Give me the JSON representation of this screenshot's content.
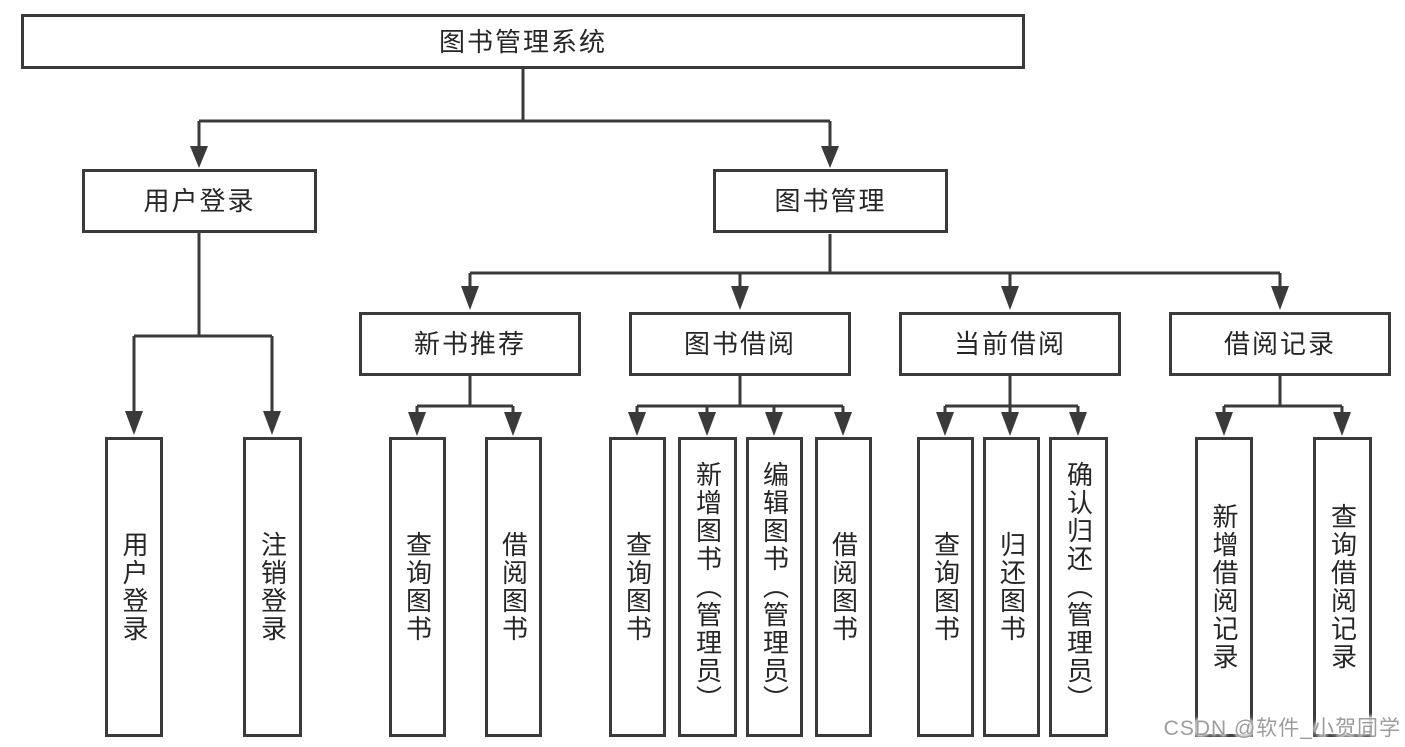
{
  "colors": {
    "line": "#3a3a3a",
    "text": "#262626",
    "wm": "#9c9c9c",
    "bg": "#ffffff"
  },
  "watermark": {
    "text": "CSDN @软件_小贺同学"
  },
  "tree": {
    "label": "图书管理系统",
    "children": [
      {
        "label": "用户登录",
        "children": [
          {
            "label": "用户登录"
          },
          {
            "label": "注销登录"
          }
        ]
      },
      {
        "label": "图书管理",
        "children": [
          {
            "label": "新书推荐",
            "children": [
              {
                "label": "查询图书"
              },
              {
                "label": "借阅图书"
              }
            ]
          },
          {
            "label": "图书借阅",
            "children": [
              {
                "label": "查询图书"
              },
              {
                "label": "新增图书（管理员）"
              },
              {
                "label": "编辑图书（管理员）"
              },
              {
                "label": "借阅图书"
              }
            ]
          },
          {
            "label": "当前借阅",
            "children": [
              {
                "label": "查询图书"
              },
              {
                "label": "归还图书"
              },
              {
                "label": "确认归还（管理员）"
              }
            ]
          },
          {
            "label": "借阅记录",
            "children": [
              {
                "label": "新增借阅记录"
              },
              {
                "label": "查询借阅记录"
              }
            ]
          }
        ]
      }
    ]
  }
}
